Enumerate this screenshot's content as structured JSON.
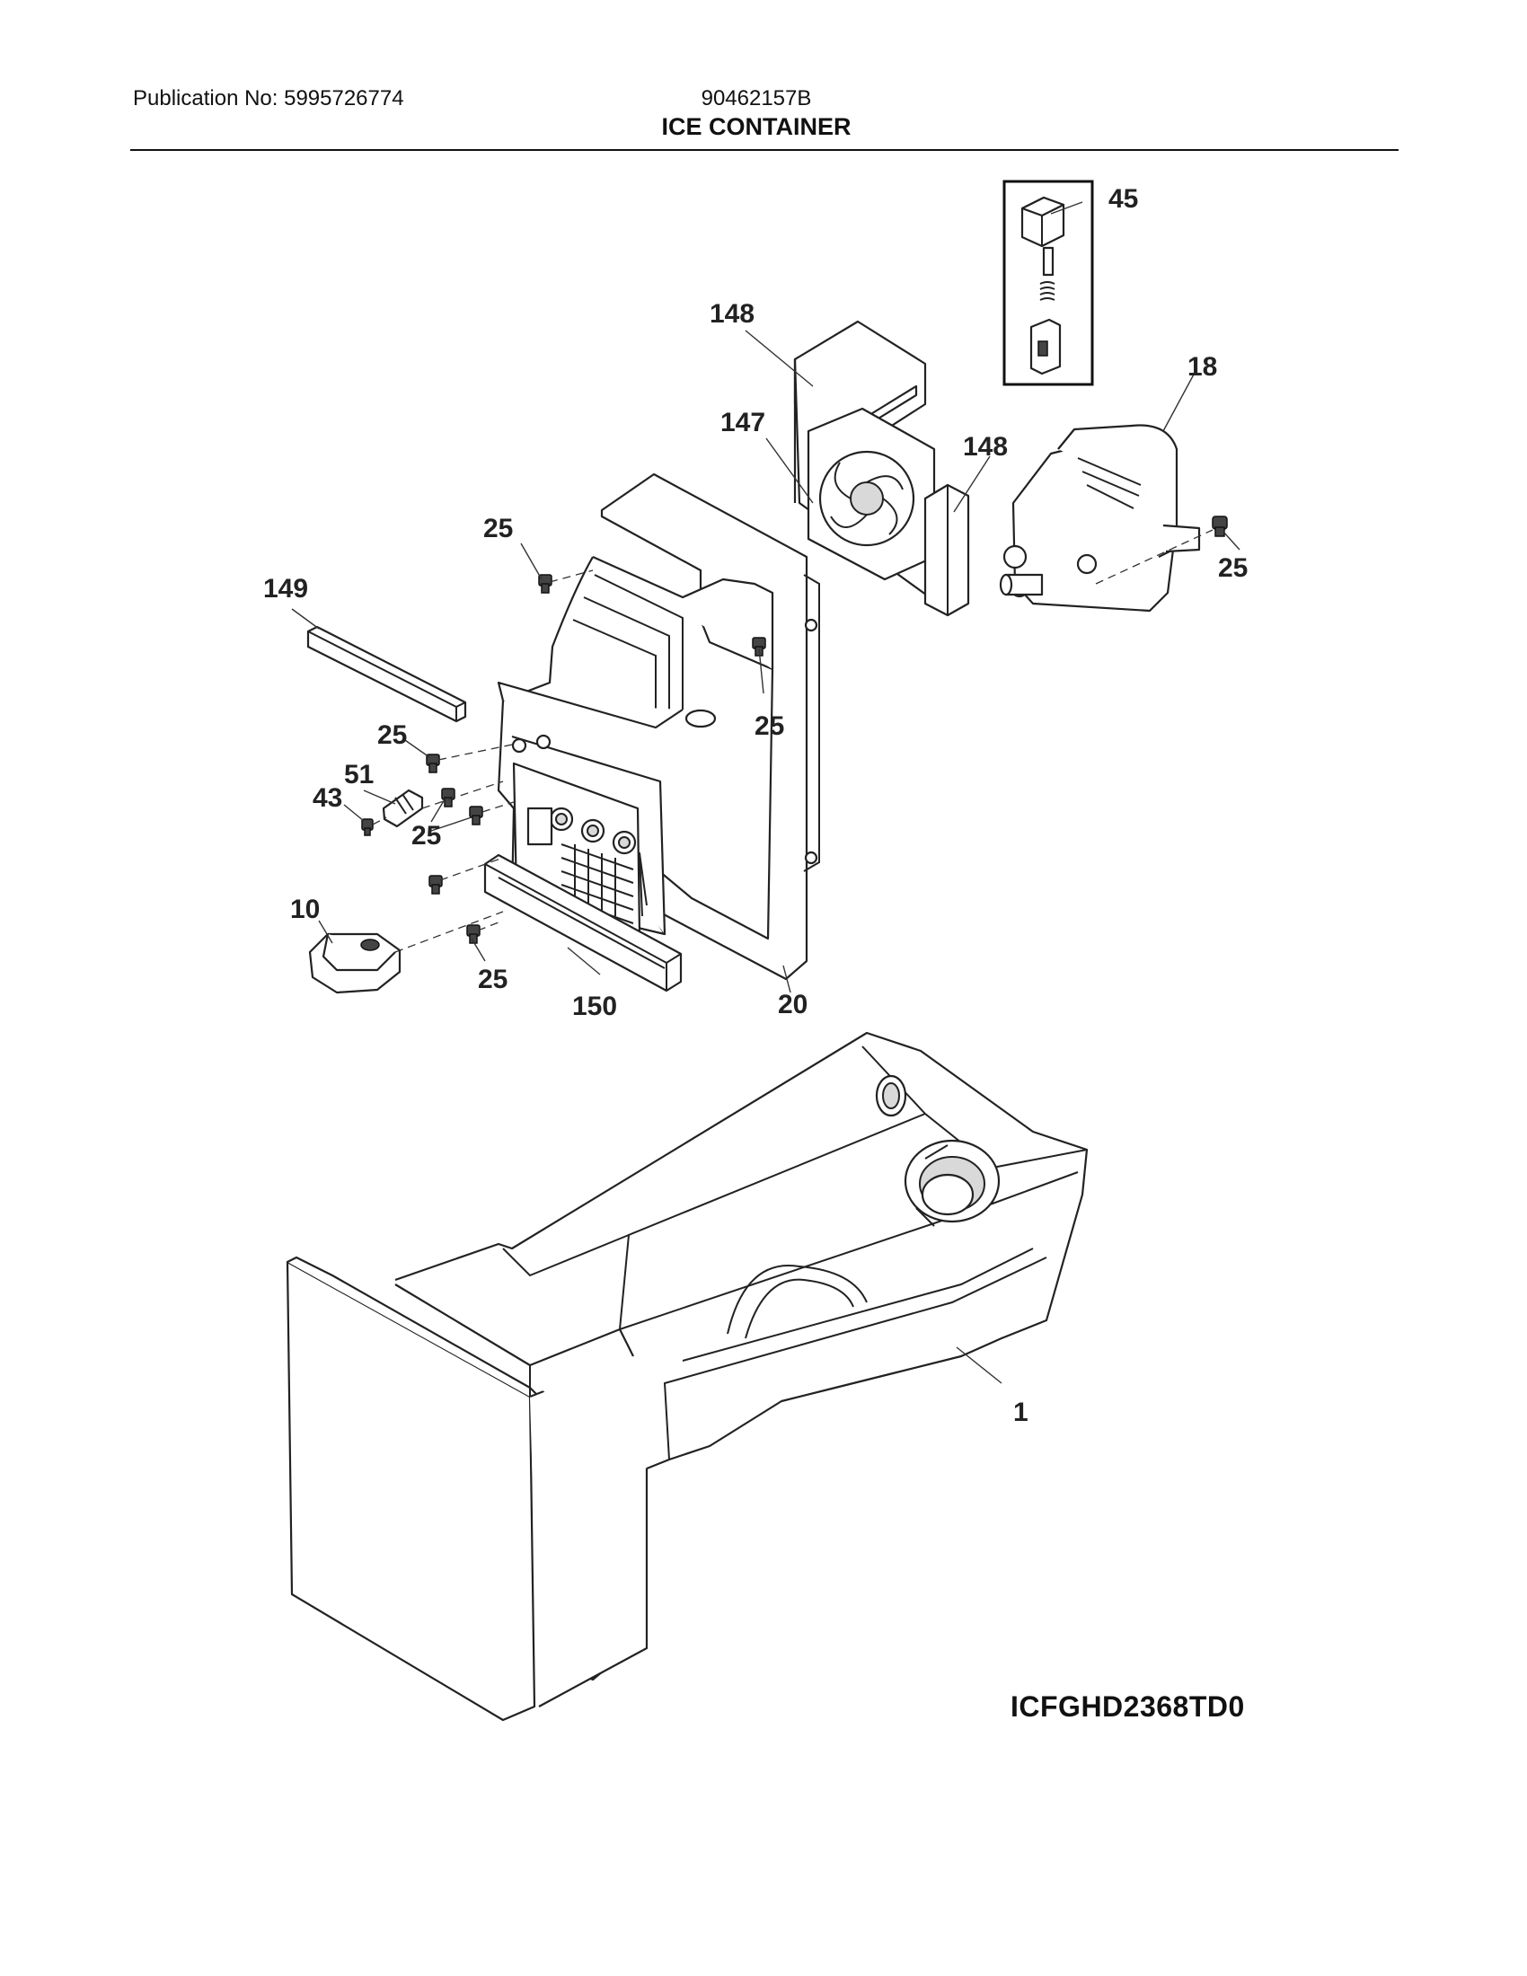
{
  "header": {
    "publication_label": "Publication No: 5995726774",
    "document_code": "90462157B",
    "title": "ICE CONTAINER"
  },
  "callouts": {
    "c45": "45",
    "c148_top": "148",
    "c18": "18",
    "c147": "147",
    "c148_right": "148",
    "c25_top": "25",
    "c25_motor": "25",
    "c149": "149",
    "c25_left": "25",
    "c25_housing": "25",
    "c51": "51",
    "c43": "43",
    "c25_mid": "25",
    "c10": "10",
    "c25_bottom": "25",
    "c150": "150",
    "c20": "20",
    "c1": "1"
  },
  "footer": {
    "model_code": "ICFGHD2368TD0"
  }
}
